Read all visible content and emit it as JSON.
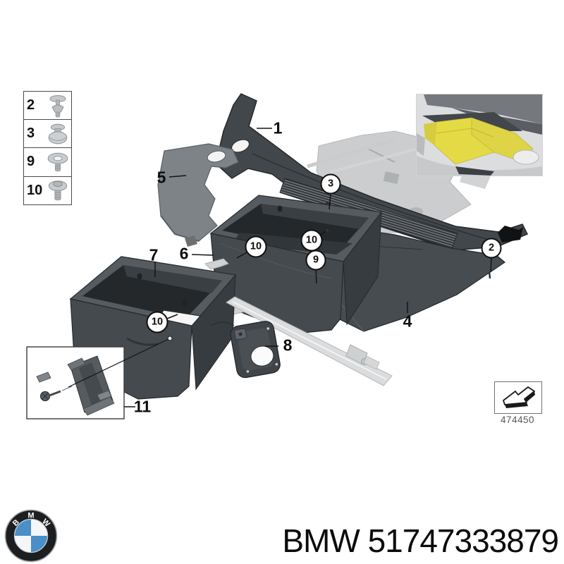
{
  "document": {
    "type": "bmw-parts-exploded-diagram",
    "subject": "Cowl panel / windscreen plenum storage compartments"
  },
  "legend": {
    "items": [
      {
        "number": "2",
        "icon": "expanding-rivet-icon"
      },
      {
        "number": "3",
        "icon": "grommet-nut-icon"
      },
      {
        "number": "9",
        "icon": "washer-screw-icon"
      },
      {
        "number": "10",
        "icon": "flange-bolt-icon"
      }
    ]
  },
  "diagram": {
    "callouts_plain": [
      {
        "number": "1"
      },
      {
        "number": "5"
      },
      {
        "number": "6"
      },
      {
        "number": "7"
      },
      {
        "number": "4"
      },
      {
        "number": "8"
      },
      {
        "number": "11"
      }
    ],
    "callouts_circled": [
      {
        "number": "2"
      },
      {
        "number": "3"
      },
      {
        "number": "9"
      },
      {
        "number": "10"
      },
      {
        "number": "10"
      },
      {
        "number": "10"
      }
    ],
    "reference_code": "474450",
    "location_inset": {
      "description": "car-front-cowl-location-highlight"
    },
    "highlight_color": "#E6DC45",
    "part_color_dark": "#42474C",
    "part_color_light": "#C9CBCC"
  },
  "footer": {
    "brand": "BMW",
    "part_number": "51747333879",
    "part_label": "BMW 51747333879",
    "logo_colors": {
      "ring": "#1C1E20",
      "blue": "#4A8FC7",
      "white": "#F4F6F7"
    }
  }
}
